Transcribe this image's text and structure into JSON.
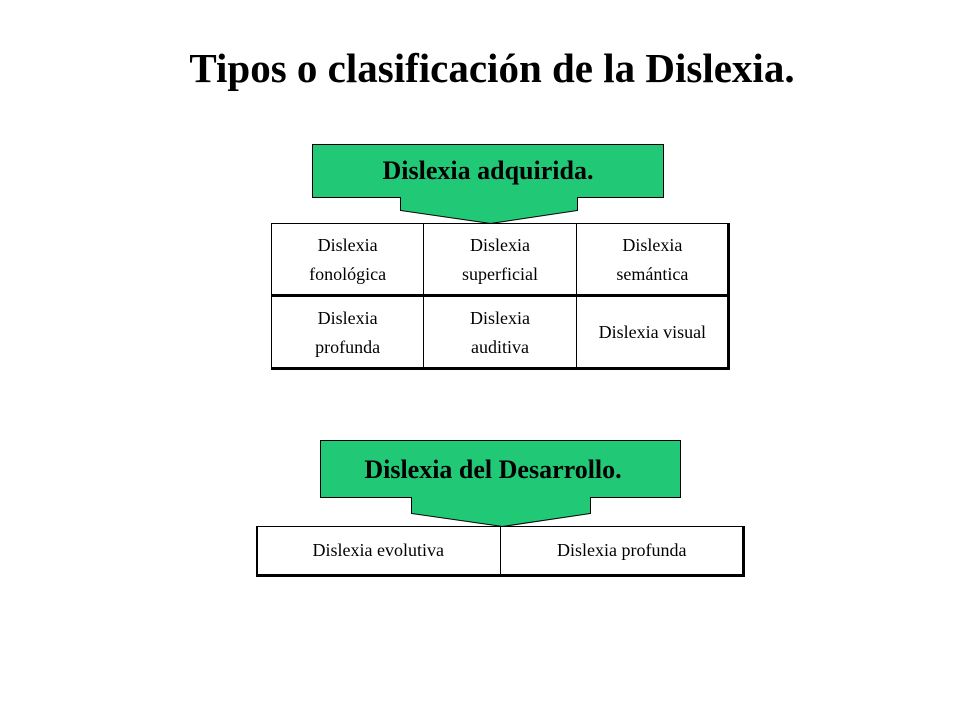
{
  "title": "Tipos o clasificación de la Dislexia.",
  "colors": {
    "callout_fill": "#21c977",
    "callout_stroke": "#000000",
    "table_border": "#000000"
  },
  "acquired": {
    "label": "Dislexia adquirida.",
    "rows": [
      [
        "Dislexia fonológica",
        "Dislexia superficial",
        "Dislexia semántica"
      ],
      [
        "Dislexia profunda",
        "Dislexia auditiva",
        "Dislexia visual"
      ]
    ]
  },
  "developmental": {
    "label": "Dislexia del Desarrollo.",
    "rows": [
      [
        "Dislexia evolutiva",
        "Dislexia profunda"
      ]
    ]
  }
}
